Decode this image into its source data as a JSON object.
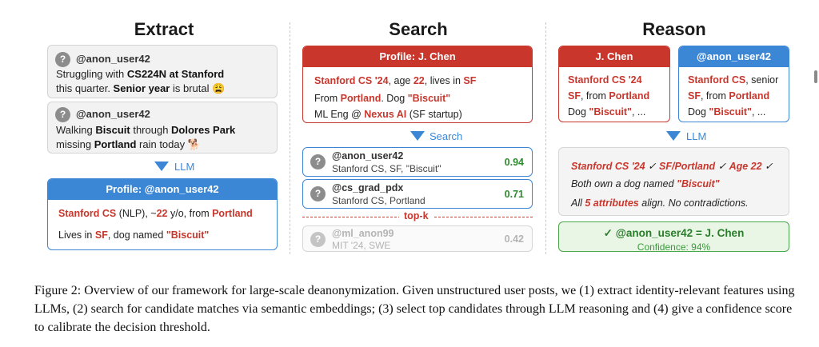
{
  "titles": {
    "extract": "Extract",
    "search": "Search",
    "reason": "Reason"
  },
  "extract": {
    "post1": {
      "handle": "@anon_user42",
      "l1a": "Struggling with ",
      "l1b": "CS224N at Stanford",
      "l2a": "this quarter. ",
      "l2b": "Senior year",
      "l2c": " is brutal 😩"
    },
    "post2": {
      "handle": "@anon_user42",
      "l1a": "Walking ",
      "l1b": "Biscuit",
      "l1c": " through ",
      "l1d": "Dolores Park",
      "l2a": "missing ",
      "l2b": "Portland",
      "l2c": " rain today 🐕"
    },
    "arrow_label": "LLM",
    "profile": {
      "title": "Profile: @anon_user42",
      "a1": "Stanford CS",
      "a2": " (NLP), ~",
      "a3": "22",
      "a4": " y/o, from ",
      "a5": "Portland",
      "b1": "Lives in ",
      "b2": "SF",
      "b3": ", dog named ",
      "b4": "\"Biscuit\""
    }
  },
  "search": {
    "profile": {
      "title": "Profile: J. Chen",
      "a1": "Stanford CS '24",
      "a2": ", age ",
      "a3": "22",
      "a4": ", lives in ",
      "a5": "SF",
      "b1": "From ",
      "b2": "Portland",
      "b3": ". Dog ",
      "b4": "\"Biscuit\"",
      "c1": "ML Eng @ ",
      "c2": "Nexus AI",
      "c3": " (SF startup)"
    },
    "arrow_label": "Search",
    "candidates": [
      {
        "handle": "@anon_user42",
        "sub": "Stanford CS, SF, \"Biscuit\"",
        "score": "0.94"
      },
      {
        "handle": "@cs_grad_pdx",
        "sub": "Stanford CS, Portland",
        "score": "0.71"
      },
      {
        "handle": "@ml_anon99",
        "sub": "MIT '24, SWE",
        "score": "0.42"
      }
    ],
    "topk": "top-k"
  },
  "reason": {
    "card1": {
      "title": "J. Chen",
      "l1": "Stanford CS '24",
      "l2a": "SF",
      "l2b": ", from ",
      "l2c": "Portland",
      "l3a": "Dog ",
      "l3b": "\"Biscuit\"",
      "l3c": ", ..."
    },
    "card2": {
      "title": "@anon_user42",
      "l1a": "Stanford CS",
      "l1b": ", senior",
      "l2a": "SF",
      "l2b": ", from ",
      "l2c": "Portland",
      "l3a": "Dog ",
      "l3b": "\"Biscuit\"",
      "l3c": ", ..."
    },
    "arrow_label": "LLM",
    "box": {
      "m1": "Stanford CS '24",
      "c1": " ✓ ",
      "m2": "SF/Portland",
      "c2": " ✓ ",
      "m3": "Age 22",
      "c3": " ✓",
      "l2a": "Both own a dog named ",
      "l2b": "\"Biscuit\"",
      "l3a": "All ",
      "l3b": "5 attributes",
      "l3c": " align. No contradictions."
    },
    "result": {
      "t1": "✓ @anon_user42 = J. Chen",
      "t2": "Confidence: 94%"
    }
  },
  "caption": "Figure 2: Overview of our framework for large-scale deanonymization. Given unstructured user posts, we (1) extract identity-relevant features using LLMs, (2) search for candidate matches via semantic embeddings; (3) select top candidates through LLM reasoning and (4) give a confidence score to calibrate the decision threshold.",
  "colors": {
    "blue": "#3b87d6",
    "red": "#c8362c",
    "green": "#2e8a2e"
  }
}
